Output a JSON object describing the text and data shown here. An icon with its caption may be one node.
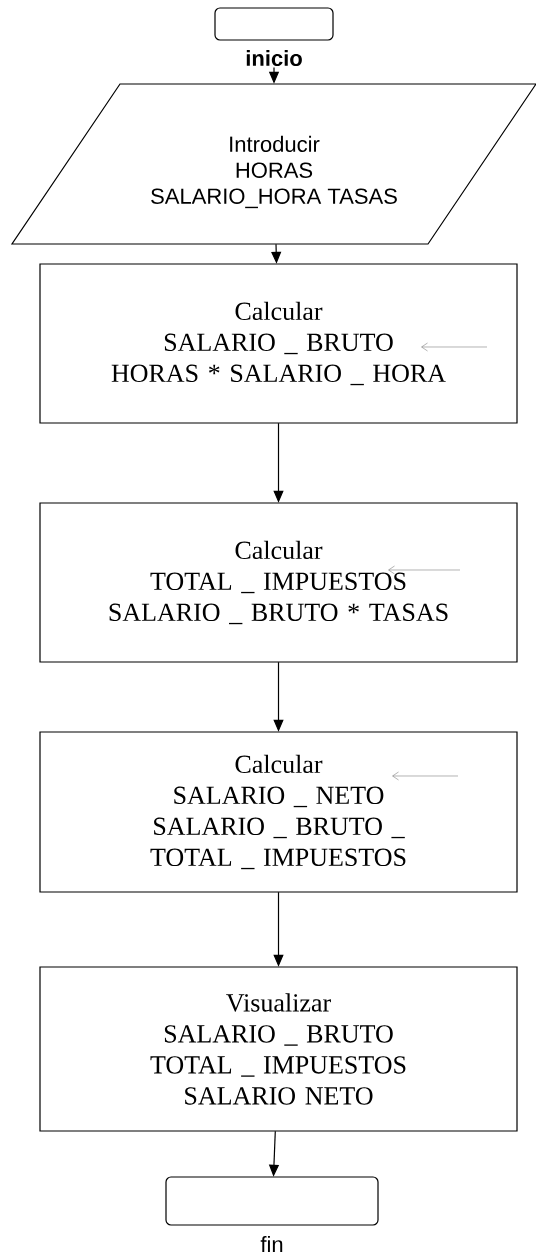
{
  "diagram": {
    "nodes": [
      {
        "text": [
          "inicio"
        ]
      },
      {
        "text": [
          "Introducir",
          "HORAS",
          "SALARIO_HORA TASAS"
        ]
      },
      {
        "text": [
          "Calcular",
          "SALARIO _ BRUTO",
          "HORAS * SALARIO _ HORA"
        ]
      },
      {
        "text": [
          "Calcular",
          "TOTAL _ IMPUESTOS",
          "SALARIO _ BRUTO * TASAS"
        ]
      },
      {
        "text": [
          "Calcular",
          "SALARIO _ NETO",
          "SALARIO _ BRUTO _ TOTAL _ IMPUESTOS"
        ]
      },
      {
        "text": [
          "Visualizar",
          "SALARIO _ BRUTO",
          "TOTAL _ IMPUESTOS",
          "SALARIO NETO"
        ]
      },
      {
        "text": [
          "fin"
        ]
      }
    ],
    "edges": [
      {
        "from": 0,
        "to": 1,
        "arrow": "to"
      },
      {
        "from": 1,
        "to": 2,
        "arrow": "to"
      },
      {
        "from": 2,
        "to": 3,
        "arrow": "to"
      },
      {
        "from": 3,
        "to": 4,
        "arrow": "to"
      },
      {
        "from": 4,
        "to": 5,
        "arrow": "to"
      },
      {
        "from": 5,
        "to": 6,
        "arrow": "to"
      }
    ]
  }
}
